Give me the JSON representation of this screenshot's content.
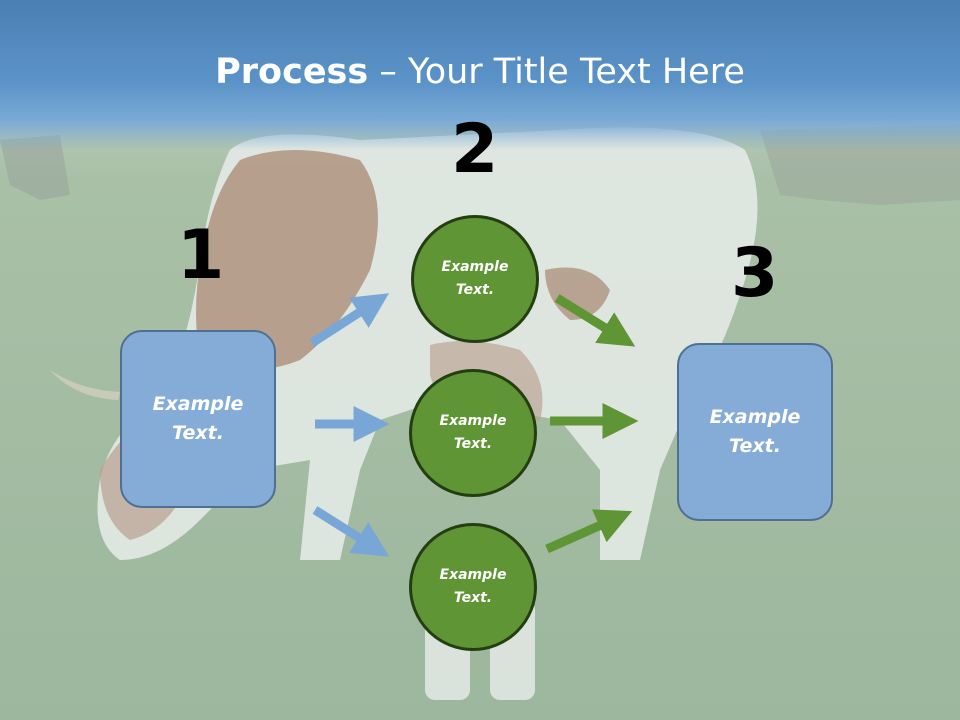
{
  "title": {
    "bold": "Process",
    "rest": " – Your Title Text Here"
  },
  "steps": {
    "one": "1",
    "two": "2",
    "three": "3"
  },
  "left_box": {
    "line1": "Example",
    "line2": "Text."
  },
  "right_box": {
    "line1": "Example",
    "line2": "Text."
  },
  "circles": [
    {
      "line1": "Example",
      "line2": "Text."
    },
    {
      "line1": "Example",
      "line2": "Text."
    },
    {
      "line1": "Example",
      "line2": "Text."
    }
  ],
  "colors": {
    "title_bar": "#5b93c8",
    "box_fill": "#85acd6",
    "circle_fill": "#5f9534",
    "blue_arrow": "#78a6d6",
    "green_arrow": "#5f9534"
  }
}
